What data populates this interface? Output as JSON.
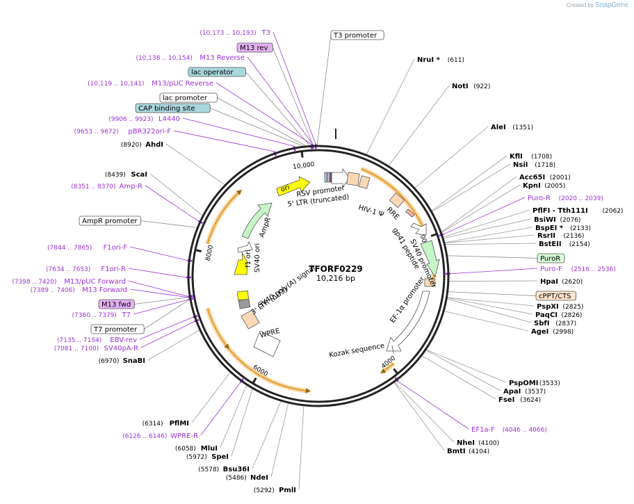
{
  "credit": {
    "prefix": "Created by",
    "brand": "SnapGene"
  },
  "plasmid": {
    "name": "TFORF0229",
    "size_label": "10,216 bp",
    "length": 10216
  },
  "colors": {
    "backbone": "#222222",
    "enzyme_line": "#9a9a9a",
    "primer": "#9b30d9",
    "orf_fill": "#e8a33c",
    "orf_halo": "#f6dcae",
    "promoter_fill": "#ffffff",
    "promoter_stroke": "#555555",
    "resistance_fill": "#c6f5c6",
    "ori_fill": "#ffff00",
    "ltr_fill": "#fcd9b6",
    "protein_bind_fill": "#a9d7dc",
    "primer_bind_fill": "#e3b1f2",
    "puror_fill": "#d6fbd6",
    "cppt_fill": "#fde3cc"
  },
  "ticks": [
    {
      "bp": 2000,
      "label": "2000"
    },
    {
      "bp": 4000,
      "label": "4000"
    },
    {
      "bp": 6000,
      "label": "6000"
    },
    {
      "bp": 8000,
      "label": "8000"
    },
    {
      "bp": 10000,
      "label": "10,000"
    }
  ],
  "enzymes": [
    {
      "name": "NruI *",
      "pos": "(611)",
      "bp": 611
    },
    {
      "name": "NotI",
      "pos": "(922)",
      "bp": 922
    },
    {
      "name": "AleI",
      "pos": "(1351)",
      "bp": 1351
    },
    {
      "name": "KflI",
      "pos": "(1708)",
      "bp": 1708
    },
    {
      "name": "NsiI",
      "pos": "(1718)",
      "bp": 1718
    },
    {
      "name": "Acc65I",
      "pos": "(2001)",
      "bp": 2001
    },
    {
      "name": "KpnI",
      "pos": "(2005)",
      "bp": 2005
    },
    {
      "name": "PflFI - Tth111I",
      "pos": "(2062)",
      "bp": 2062
    },
    {
      "name": "BsiWI",
      "pos": "(2076)",
      "bp": 2076
    },
    {
      "name": "BspEI *",
      "pos": "(2133)",
      "bp": 2133
    },
    {
      "name": "RsrII",
      "pos": "(2136)",
      "bp": 2136
    },
    {
      "name": "BstEII",
      "pos": "(2154)",
      "bp": 2154
    },
    {
      "name": "HpaI",
      "pos": "(2620)",
      "bp": 2620
    },
    {
      "name": "PspXI",
      "pos": "(2825)",
      "bp": 2825
    },
    {
      "name": "PaqCI",
      "pos": "(2826)",
      "bp": 2826
    },
    {
      "name": "SbfI",
      "pos": "(2837)",
      "bp": 2837
    },
    {
      "name": "AgeI",
      "pos": "(2998)",
      "bp": 2998
    },
    {
      "name": "PspOMI",
      "pos": "(3533)",
      "bp": 3533
    },
    {
      "name": "ApaI",
      "pos": "(3537)",
      "bp": 3537
    },
    {
      "name": "FseI",
      "pos": "(3624)",
      "bp": 3624
    },
    {
      "name": "NheI",
      "pos": "(4100)",
      "bp": 4100
    },
    {
      "name": "BmtI",
      "pos": "(4104)",
      "bp": 4104
    },
    {
      "name": "PmlI",
      "pos": "(5292)",
      "bp": 5292
    },
    {
      "name": "NdeI",
      "pos": "(5486)",
      "bp": 5486
    },
    {
      "name": "Bsu36I",
      "pos": "(5578)",
      "bp": 5578
    },
    {
      "name": "SpeI",
      "pos": "(5972)",
      "bp": 5972
    },
    {
      "name": "MluI",
      "pos": "(6058)",
      "bp": 6058
    },
    {
      "name": "PflMI",
      "pos": "(6314)",
      "bp": 6314
    },
    {
      "name": "SnaBI",
      "pos": "(6970)",
      "bp": 6970
    },
    {
      "name": "ScaI",
      "pos": "(8439)",
      "bp": 8439
    },
    {
      "name": "AhdI",
      "pos": "(8920)",
      "bp": 8920
    }
  ],
  "primers": [
    {
      "name": "Puro-R",
      "range": "(2020 .. 2039)",
      "bp": 2030
    },
    {
      "name": "Puro-F",
      "range": "(2516 .. 2536)",
      "bp": 2526
    },
    {
      "name": "EF1a-F",
      "range": "(4046 .. 4066)",
      "bp": 4056
    },
    {
      "name": "WPRE-R",
      "range": "(6126 .. 6146)",
      "bp": 6136
    },
    {
      "name": "SV40pA-R",
      "range": "(7081 .. 7100)",
      "bp": 7090
    },
    {
      "name": "EBV-rev",
      "range": "(7135 .. 7154)",
      "bp": 7145
    },
    {
      "name": "T7",
      "range": "(7360 .. 7379)",
      "bp": 7370
    },
    {
      "name": "M13 Forward",
      "range": "(7389 .. 7406)",
      "bp": 7398
    },
    {
      "name": "M13/pUC Forward",
      "range": "(7398 .. 7420)",
      "bp": 7409
    },
    {
      "name": "F1ori-R",
      "range": "(7634 .. 7653)",
      "bp": 7644
    },
    {
      "name": "F1ori-F",
      "range": "(7844 .. 7865)",
      "bp": 7855
    },
    {
      "name": "Amp-R",
      "range": "(8351 .. 8370)",
      "bp": 8360
    },
    {
      "name": "pBR322ori-F",
      "range": "(9653 .. 9672)",
      "bp": 9662
    },
    {
      "name": "L4440",
      "range": "(9906 .. 9923)",
      "bp": 9915
    },
    {
      "name": "M13/pUC Reverse",
      "range": "(10,119 .. 10,141)",
      "bp": 10130
    },
    {
      "name": "M13 Reverse",
      "range": "(10,138 .. 10,154)",
      "bp": 10146
    },
    {
      "name": "T3",
      "range": "(10,173 .. 10,193)",
      "bp": 10183
    }
  ],
  "feature_callouts": [
    {
      "text": "T3 promoter",
      "style": "white",
      "bp": 10200
    },
    {
      "text": "M13 rev",
      "style": "purple",
      "bp": 10150
    },
    {
      "text": "lac operator",
      "style": "teal",
      "bp": 10110
    },
    {
      "text": "lac promoter",
      "style": "white",
      "bp": 10060
    },
    {
      "text": "CAP binding site",
      "style": "teal",
      "bp": 10030
    },
    {
      "text": "AmpR promoter",
      "style": "white",
      "bp": 8280
    },
    {
      "text": "M13 fwd",
      "style": "purple",
      "bp": 7398
    },
    {
      "text": "T7 promoter",
      "style": "white",
      "bp": 7370
    },
    {
      "text": "PuroR",
      "style": "green",
      "bp": 2300
    },
    {
      "text": "cPPT/CTS",
      "style": "peach",
      "bp": 2750
    }
  ],
  "inner_labels": [
    {
      "text": "RSV promoter",
      "key": "rsv"
    },
    {
      "text": "5' LTR (truncated)",
      "key": "ltr5"
    },
    {
      "text": "HIV-1 Ψ",
      "key": "psi"
    },
    {
      "text": "RRE",
      "key": "rre"
    },
    {
      "text": "gp41 peptide",
      "key": "gp41"
    },
    {
      "text": "SV40 promoter",
      "key": "sv40p"
    },
    {
      "text": "EF-1α promoter",
      "key": "ef1a"
    },
    {
      "text": "Kozak sequence",
      "key": "kozak"
    },
    {
      "text": "WPRE",
      "key": "wpre"
    },
    {
      "text": "3' LTR (ΔU3)",
      "key": "ltr3"
    },
    {
      "text": "SV40 poly(A) signal",
      "key": "sv40pa"
    },
    {
      "text": "SV40 ori",
      "key": "sv40ori"
    },
    {
      "text": "f1 ori",
      "key": "f1ori"
    },
    {
      "text": "AmpR",
      "key": "ampr"
    },
    {
      "text": "ori",
      "key": "ori"
    }
  ]
}
